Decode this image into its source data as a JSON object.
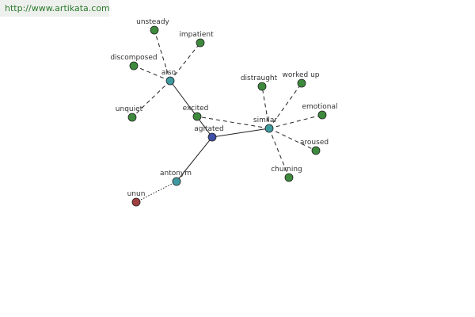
{
  "watermark": "http://www.artikata.com",
  "colors": {
    "root": "#3f4fa6",
    "relation": "#3f9aa0",
    "word": "#3d8a3d",
    "antonym_word": "#a04040"
  },
  "graph": {
    "nodes": [
      {
        "id": "agitated",
        "label": "agitated",
        "kind": "root"
      },
      {
        "id": "also",
        "label": "also",
        "kind": "relation"
      },
      {
        "id": "similar",
        "label": "similar",
        "kind": "relation"
      },
      {
        "id": "antonym",
        "label": "antonym",
        "kind": "relation"
      },
      {
        "id": "unsteady",
        "label": "unsteady",
        "kind": "word"
      },
      {
        "id": "impatient",
        "label": "impatient",
        "kind": "word"
      },
      {
        "id": "discomposed",
        "label": "discomposed",
        "kind": "word"
      },
      {
        "id": "unquiet",
        "label": "unquiet",
        "kind": "word"
      },
      {
        "id": "excited",
        "label": "excited",
        "kind": "word"
      },
      {
        "id": "distraught",
        "label": "distraught",
        "kind": "word"
      },
      {
        "id": "worked_up",
        "label": "worked up",
        "kind": "word"
      },
      {
        "id": "emotional",
        "label": "emotional",
        "kind": "word"
      },
      {
        "id": "aroused",
        "label": "aroused",
        "kind": "word"
      },
      {
        "id": "churning",
        "label": "churning",
        "kind": "word"
      },
      {
        "id": "unun",
        "label": "unun",
        "kind": "antonym_word"
      }
    ],
    "edges": [
      {
        "from": "agitated",
        "to": "also",
        "style": "solid"
      },
      {
        "from": "agitated",
        "to": "similar",
        "style": "solid"
      },
      {
        "from": "agitated",
        "to": "antonym",
        "style": "solid"
      },
      {
        "from": "also",
        "to": "unsteady",
        "style": "dashed"
      },
      {
        "from": "also",
        "to": "impatient",
        "style": "dashed"
      },
      {
        "from": "also",
        "to": "discomposed",
        "style": "dashed"
      },
      {
        "from": "also",
        "to": "unquiet",
        "style": "dashed"
      },
      {
        "from": "similar",
        "to": "excited",
        "style": "dashed"
      },
      {
        "from": "similar",
        "to": "distraught",
        "style": "dashed"
      },
      {
        "from": "similar",
        "to": "worked_up",
        "style": "dashed"
      },
      {
        "from": "similar",
        "to": "emotional",
        "style": "dashed"
      },
      {
        "from": "similar",
        "to": "aroused",
        "style": "dashed"
      },
      {
        "from": "similar",
        "to": "churning",
        "style": "dashed"
      },
      {
        "from": "antonym",
        "to": "unun",
        "style": "dotted"
      }
    ]
  }
}
